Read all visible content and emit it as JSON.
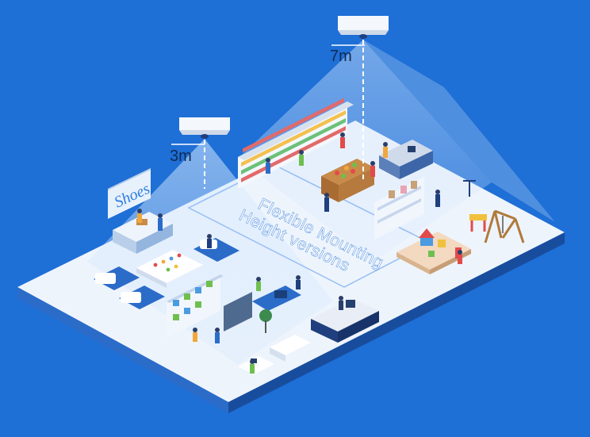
{
  "scene": {
    "shop_sign": "Shoes",
    "height_low": "3m",
    "height_high": "7m",
    "caption_line1": "Flexible Mounting",
    "caption_line2": "Height versions"
  }
}
